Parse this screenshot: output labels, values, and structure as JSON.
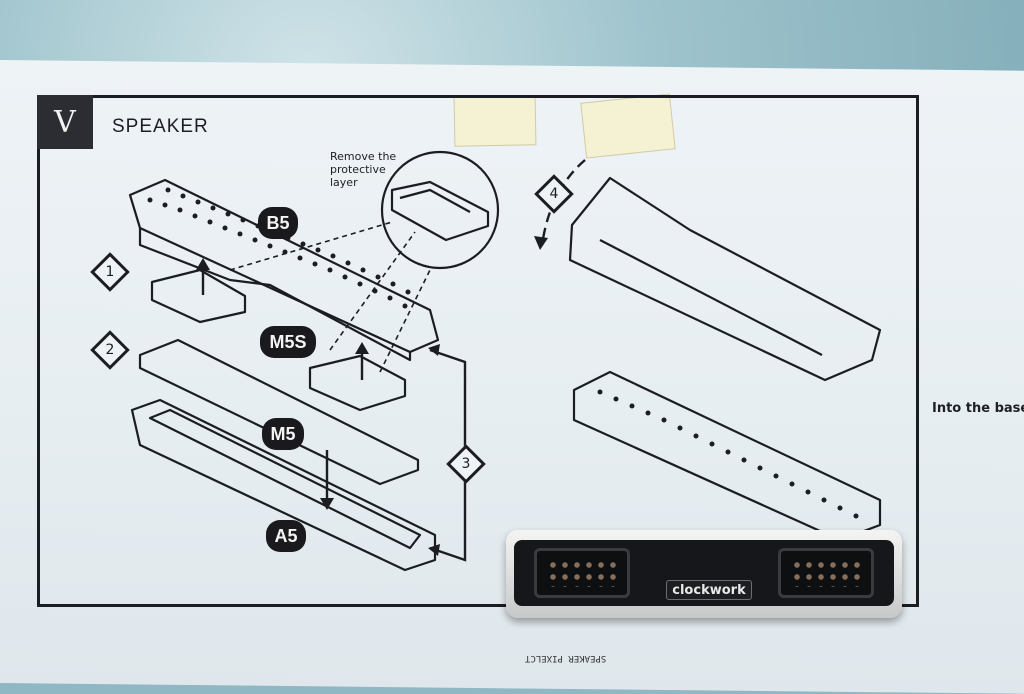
{
  "manual": {
    "section_numeral": "V",
    "section_title": "SPEAKER",
    "callout_text_line1": "Remove the",
    "callout_text_line2": "protective",
    "callout_text_line3": "layer",
    "side_text": "Into the base",
    "steps": [
      "1",
      "2",
      "3",
      "4"
    ],
    "part_labels": {
      "b5": "B5",
      "m5s": "M5S",
      "m5": "M5",
      "a5": "A5"
    }
  },
  "device": {
    "brand": "clockwork"
  },
  "bottom_sheet": {
    "text": "SPEAKER PIXELCT"
  },
  "colors": {
    "ink": "#1c1d22",
    "paper": "#eef3f6",
    "water": "#8fb8c4",
    "tape": "#f6f1d2"
  }
}
